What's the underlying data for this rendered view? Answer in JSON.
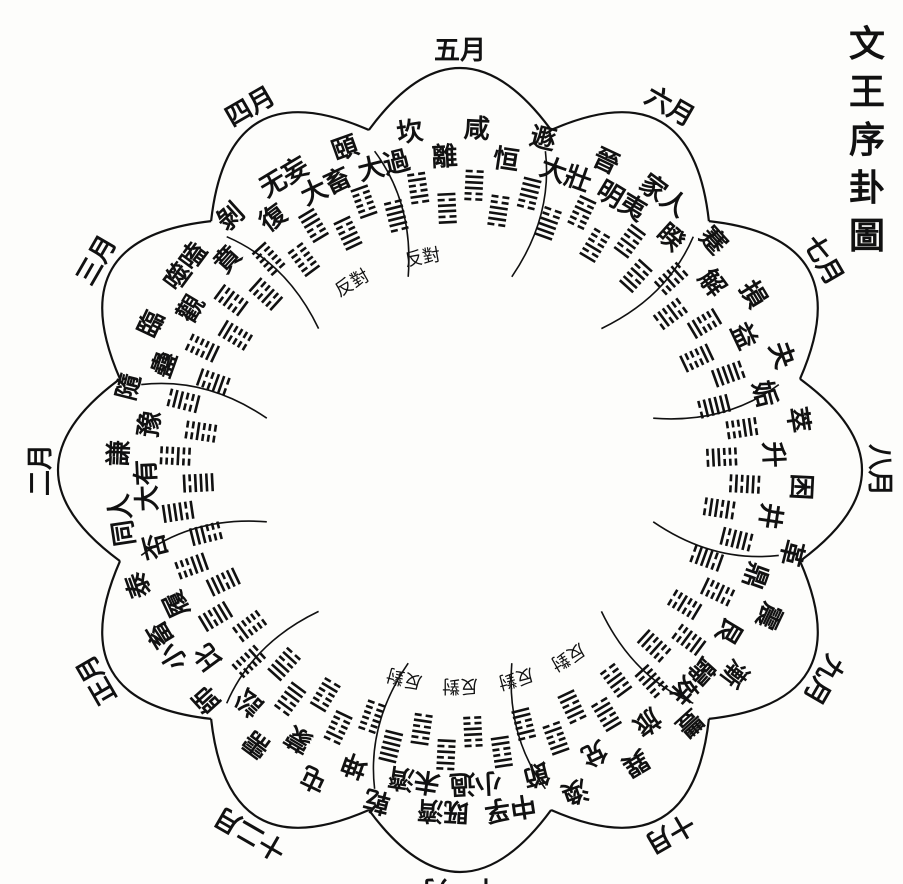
{
  "title": "文王序卦圖",
  "months": [
    "五月",
    "六月",
    "七月",
    "八月",
    "九月",
    "十月",
    "十一月",
    "十二月",
    "正月",
    "二月",
    "三月",
    "四月"
  ],
  "hexagrams": [
    {
      "name": "咸",
      "lines": [
        0,
        0,
        1,
        1,
        1,
        0
      ]
    },
    {
      "name": "恒",
      "lines": [
        0,
        1,
        1,
        1,
        0,
        0
      ]
    },
    {
      "name": "遯",
      "lines": [
        0,
        0,
        1,
        1,
        1,
        1
      ]
    },
    {
      "name": "大壯",
      "lines": [
        1,
        1,
        1,
        1,
        0,
        0
      ]
    },
    {
      "name": "晉",
      "lines": [
        0,
        0,
        0,
        1,
        0,
        1
      ]
    },
    {
      "name": "明夷",
      "lines": [
        1,
        0,
        1,
        0,
        0,
        0
      ]
    },
    {
      "name": "家人",
      "lines": [
        1,
        0,
        1,
        0,
        1,
        1
      ]
    },
    {
      "name": "睽",
      "lines": [
        1,
        1,
        0,
        1,
        0,
        1
      ]
    },
    {
      "name": "蹇",
      "lines": [
        0,
        0,
        1,
        0,
        1,
        0
      ]
    },
    {
      "name": "解",
      "lines": [
        0,
        1,
        0,
        1,
        0,
        0
      ]
    },
    {
      "name": "損",
      "lines": [
        1,
        1,
        0,
        0,
        0,
        1
      ]
    },
    {
      "name": "益",
      "lines": [
        1,
        0,
        0,
        0,
        1,
        1
      ]
    },
    {
      "name": "夬",
      "lines": [
        1,
        1,
        1,
        1,
        1,
        0
      ]
    },
    {
      "name": "姤",
      "lines": [
        0,
        1,
        1,
        1,
        1,
        1
      ]
    },
    {
      "name": "萃",
      "lines": [
        0,
        0,
        0,
        1,
        1,
        0
      ]
    },
    {
      "name": "升",
      "lines": [
        0,
        1,
        1,
        0,
        0,
        0
      ]
    },
    {
      "name": "困",
      "lines": [
        0,
        1,
        0,
        1,
        1,
        0
      ]
    },
    {
      "name": "井",
      "lines": [
        0,
        1,
        1,
        0,
        1,
        0
      ]
    },
    {
      "name": "革",
      "lines": [
        1,
        0,
        1,
        1,
        1,
        0
      ]
    },
    {
      "name": "鼎",
      "lines": [
        0,
        1,
        1,
        1,
        0,
        1
      ]
    },
    {
      "name": "震",
      "lines": [
        1,
        0,
        0,
        1,
        0,
        0
      ]
    },
    {
      "name": "艮",
      "lines": [
        0,
        0,
        1,
        0,
        0,
        1
      ]
    },
    {
      "name": "漸",
      "lines": [
        0,
        0,
        1,
        0,
        1,
        1
      ]
    },
    {
      "name": "歸妹",
      "lines": [
        1,
        1,
        0,
        1,
        0,
        0
      ]
    },
    {
      "name": "豐",
      "lines": [
        1,
        0,
        1,
        1,
        0,
        0
      ]
    },
    {
      "name": "旅",
      "lines": [
        0,
        0,
        1,
        1,
        0,
        1
      ]
    },
    {
      "name": "巽",
      "lines": [
        0,
        1,
        1,
        0,
        1,
        1
      ]
    },
    {
      "name": "兌",
      "lines": [
        1,
        1,
        0,
        1,
        1,
        0
      ]
    },
    {
      "name": "渙",
      "lines": [
        0,
        1,
        0,
        0,
        1,
        1
      ]
    },
    {
      "name": "節",
      "lines": [
        1,
        1,
        0,
        0,
        1,
        0
      ]
    },
    {
      "name": "中孚",
      "lines": [
        1,
        1,
        0,
        0,
        1,
        1
      ]
    },
    {
      "name": "小過",
      "lines": [
        0,
        0,
        1,
        1,
        0,
        0
      ]
    },
    {
      "name": "既濟",
      "lines": [
        1,
        0,
        1,
        0,
        1,
        0
      ]
    },
    {
      "name": "未濟",
      "lines": [
        0,
        1,
        0,
        1,
        0,
        1
      ]
    },
    {
      "name": "乾",
      "lines": [
        1,
        1,
        1,
        1,
        1,
        1
      ]
    },
    {
      "name": "坤",
      "lines": [
        0,
        0,
        0,
        0,
        0,
        0
      ]
    },
    {
      "name": "屯",
      "lines": [
        1,
        0,
        0,
        0,
        1,
        0
      ]
    },
    {
      "name": "蒙",
      "lines": [
        0,
        1,
        0,
        0,
        0,
        1
      ]
    },
    {
      "name": "需",
      "lines": [
        1,
        1,
        1,
        0,
        1,
        0
      ]
    },
    {
      "name": "訟",
      "lines": [
        0,
        1,
        0,
        1,
        1,
        1
      ]
    },
    {
      "name": "師",
      "lines": [
        0,
        1,
        0,
        0,
        0,
        0
      ]
    },
    {
      "name": "比",
      "lines": [
        0,
        0,
        0,
        0,
        1,
        0
      ]
    },
    {
      "name": "小畜",
      "lines": [
        1,
        1,
        1,
        0,
        1,
        1
      ]
    },
    {
      "name": "履",
      "lines": [
        1,
        1,
        0,
        1,
        1,
        1
      ]
    },
    {
      "name": "泰",
      "lines": [
        1,
        1,
        1,
        0,
        0,
        0
      ]
    },
    {
      "name": "否",
      "lines": [
        0,
        0,
        0,
        1,
        1,
        1
      ]
    },
    {
      "name": "同人",
      "lines": [
        1,
        0,
        1,
        1,
        1,
        1
      ]
    },
    {
      "name": "大有",
      "lines": [
        1,
        1,
        1,
        1,
        0,
        1
      ]
    },
    {
      "name": "謙",
      "lines": [
        0,
        0,
        1,
        0,
        0,
        0
      ]
    },
    {
      "name": "豫",
      "lines": [
        0,
        0,
        0,
        1,
        0,
        0
      ]
    },
    {
      "name": "隨",
      "lines": [
        1,
        0,
        0,
        1,
        1,
        0
      ]
    },
    {
      "name": "蠱",
      "lines": [
        0,
        1,
        1,
        0,
        0,
        1
      ]
    },
    {
      "name": "臨",
      "lines": [
        1,
        1,
        0,
        0,
        0,
        0
      ]
    },
    {
      "name": "觀",
      "lines": [
        0,
        0,
        0,
        0,
        1,
        1
      ]
    },
    {
      "name": "噬嗑",
      "lines": [
        1,
        0,
        0,
        1,
        0,
        1
      ]
    },
    {
      "name": "賁",
      "lines": [
        1,
        0,
        1,
        0,
        0,
        1
      ]
    },
    {
      "name": "剝",
      "lines": [
        0,
        0,
        0,
        0,
        0,
        1
      ]
    },
    {
      "name": "復",
      "lines": [
        1,
        0,
        0,
        0,
        0,
        0
      ]
    },
    {
      "name": "无妄",
      "lines": [
        1,
        0,
        0,
        1,
        1,
        1
      ]
    },
    {
      "name": "大畜",
      "lines": [
        1,
        1,
        1,
        0,
        0,
        1
      ]
    },
    {
      "name": "頤",
      "lines": [
        1,
        0,
        0,
        0,
        0,
        1
      ]
    },
    {
      "name": "大過",
      "lines": [
        0,
        1,
        1,
        1,
        1,
        0
      ]
    },
    {
      "name": "坎",
      "lines": [
        0,
        1,
        0,
        0,
        1,
        0
      ]
    },
    {
      "name": "離",
      "lines": [
        1,
        0,
        1,
        1,
        0,
        1
      ]
    }
  ],
  "notes": [
    "反對",
    "反對",
    "反對",
    "反對",
    "反對",
    "反對"
  ],
  "colors": {
    "ink": "#111111",
    "paper": "#fdfdfb"
  }
}
